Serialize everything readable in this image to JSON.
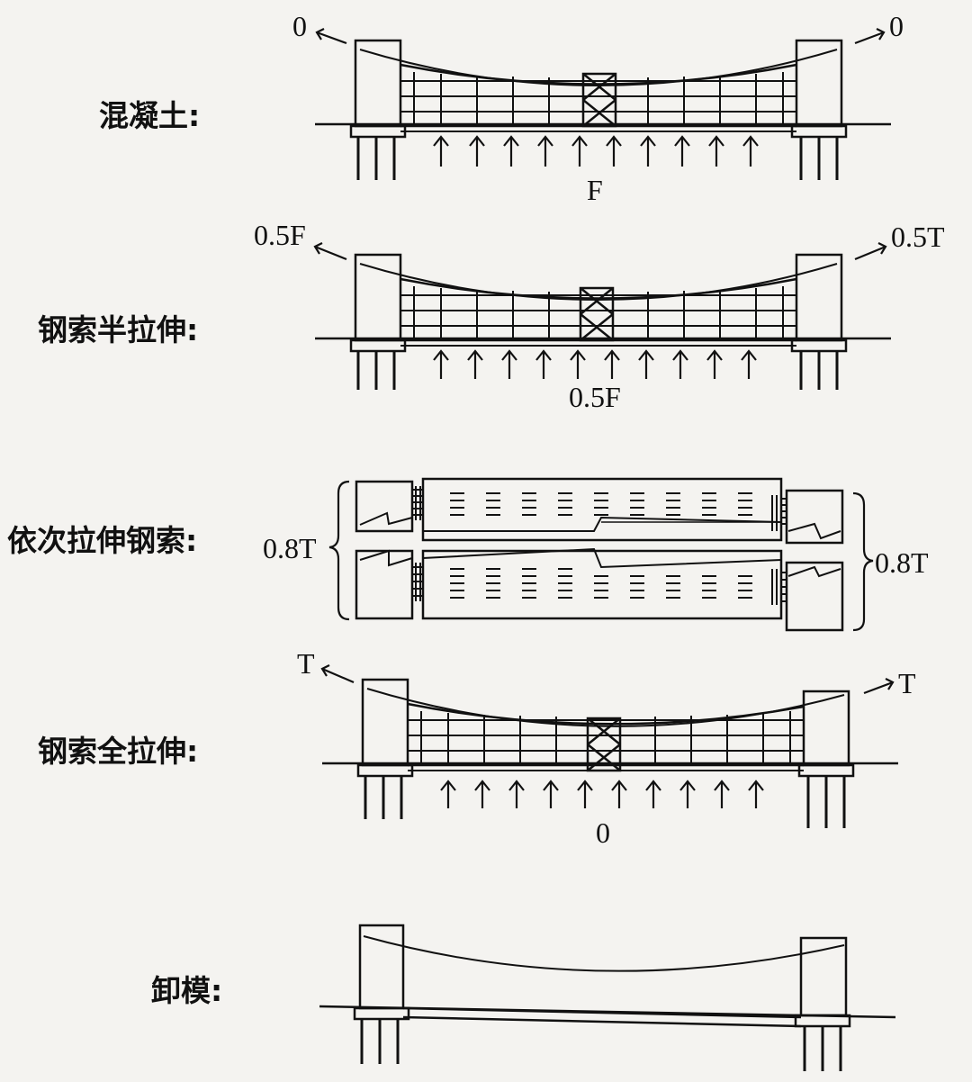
{
  "stages": [
    {
      "id": "concrete",
      "title": "混凝土:",
      "left_force": "0",
      "right_force": "0",
      "support_force": "F",
      "has_arrows": true,
      "has_bracing": true
    },
    {
      "id": "half-tension",
      "title": "钢索半拉伸:",
      "left_force": "0.5F",
      "right_force": "0.5T",
      "support_force": "0.5F",
      "has_arrows": true,
      "has_bracing": true
    },
    {
      "id": "sequential-tension",
      "title": "依次拉伸钢索:",
      "left_force": "0.8T",
      "right_force": "0.8T"
    },
    {
      "id": "full-tension",
      "title": "钢索全拉伸:",
      "left_force": "T",
      "right_force": "T",
      "support_force": "0",
      "has_arrows": true,
      "has_bracing": true
    },
    {
      "id": "formwork-removal",
      "title": "卸模:"
    }
  ],
  "colors": {
    "ink": "#111111",
    "paper": "#f4f3f0"
  }
}
